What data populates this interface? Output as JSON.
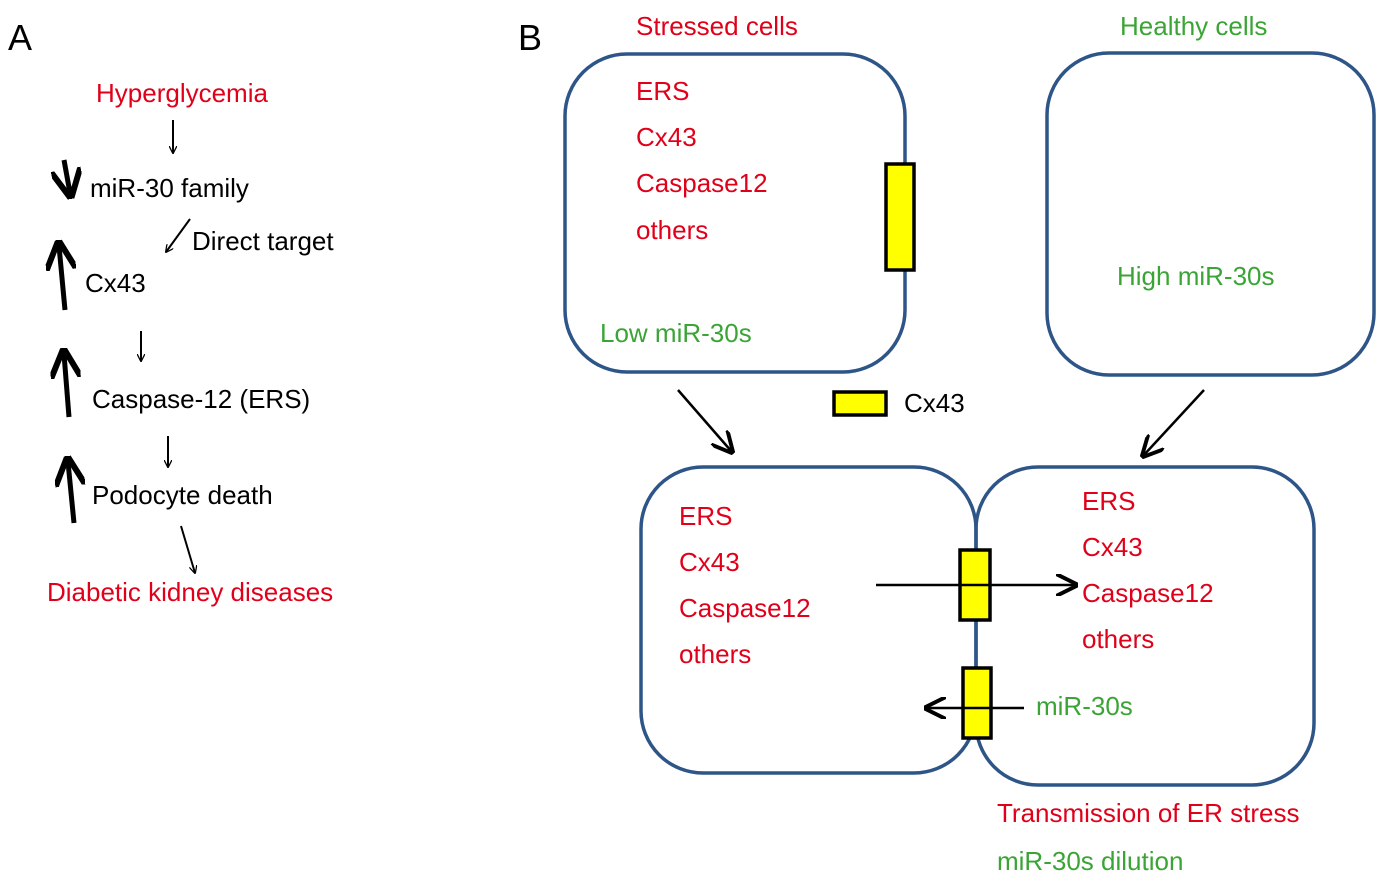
{
  "panel_a": {
    "letter": "A",
    "steps": {
      "hyperglycemia": "Hyperglycemia",
      "mir30_family": "miR-30 family",
      "direct_target": "Direct target",
      "cx43": "Cx43",
      "caspase12": "Caspase-12 (ERS)",
      "podocyte_death": "Podocyte death",
      "dkd": "Diabetic kidney diseases"
    }
  },
  "panel_b": {
    "letter": "B",
    "stressed": {
      "title": "Stressed cells",
      "items": [
        "ERS",
        "Cx43",
        "Caspase12",
        "others"
      ],
      "mirna": "Low miR-30s"
    },
    "healthy": {
      "title": "Healthy cells",
      "mirna": "High miR-30s"
    },
    "legend_label": "Cx43",
    "coupled_left": {
      "items": [
        "ERS",
        "Cx43",
        "Caspase12",
        "others"
      ]
    },
    "coupled_right": {
      "items": [
        "ERS",
        "Cx43",
        "Caspase12",
        "others"
      ],
      "mirna": "miR-30s"
    },
    "captions": {
      "transmission": "Transmission of ER stress",
      "dilution": "miR-30s dilution"
    }
  },
  "colors": {
    "red_text": "#e0001a",
    "green_text": "#3aa535",
    "cell_outline": "#2e5588",
    "gap_junction_fill": "#ffff00"
  }
}
